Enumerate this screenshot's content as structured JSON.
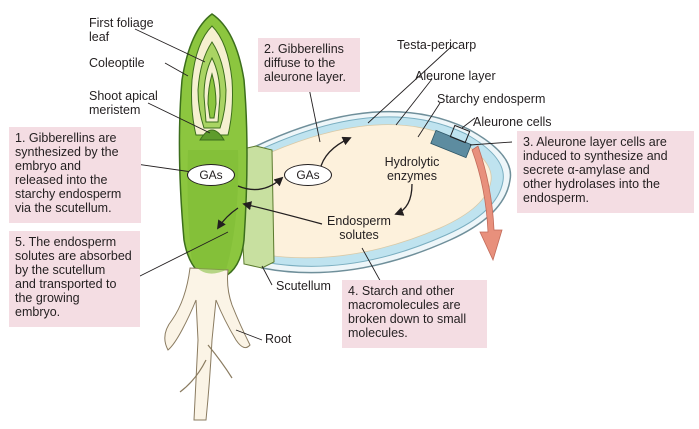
{
  "labels": {
    "first_foliage_leaf": "First foliage\nleaf",
    "coleoptile": "Coleoptile",
    "shoot_apical_meristem": "Shoot apical\nmeristem",
    "testa_pericarp": "Testa-pericarp",
    "aleurone_layer": "Aleurone layer",
    "starchy_endosperm": "Starchy endosperm",
    "aleurone_cells": "Aleurone cells",
    "scutellum": "Scutellum",
    "root": "Root"
  },
  "inner": {
    "gas_left": "GAs",
    "gas_right": "GAs",
    "hydrolytic_enzymes": "Hydrolytic\nenzymes",
    "endosperm_solutes": "Endosperm\nsolutes"
  },
  "steps": {
    "step1": "1. Gibberellins are\nsynthesized by the\nembryo and\nreleased into the\nstarchy endosperm\nvia the scutellum.",
    "step2": "2. Gibberellins\ndiffuse to the\naleurone layer.",
    "step3": "3. Aleurone layer cells are\ninduced to synthesize and\nsecrete α-amylase and\nother hydrolases into the\nendosperm.",
    "step4": "4. Starch and other\nmacromolecules are\nbroken down to small\nmolecules.",
    "step5": "5. The endosperm\nsolutes are absorbed\nby the scutellum\nand transported to\nthe growing\nembryo."
  },
  "colors": {
    "box_fill": "#f4dde3",
    "seedling_green": "#8cc63f",
    "endosperm_fill": "#fdf1dc",
    "aleurone_blue": "#bfe3ef",
    "scutellum_fill": "#c8e0a0",
    "arrow_salmon": "#e8907c"
  }
}
